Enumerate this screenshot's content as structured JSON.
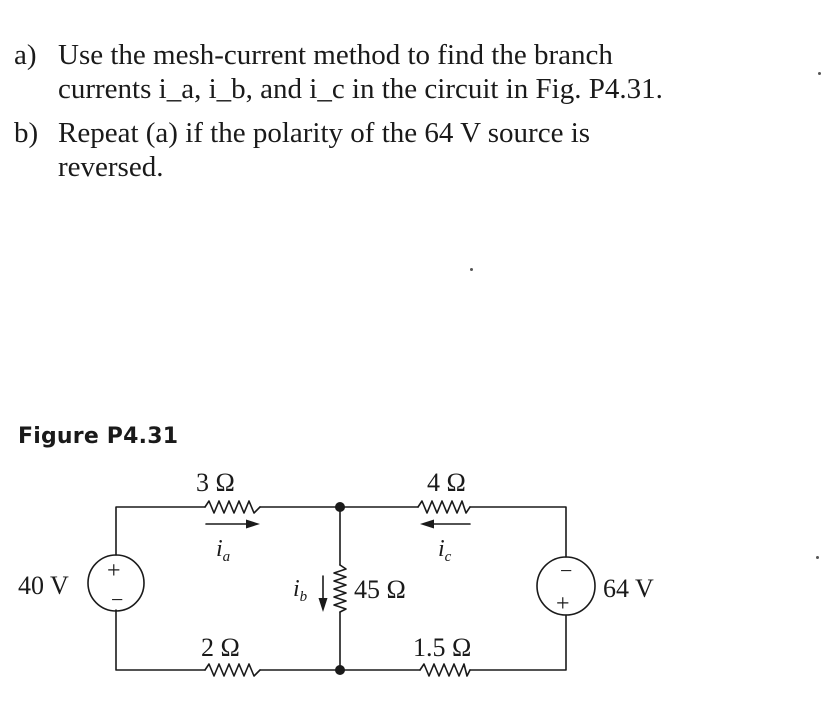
{
  "problems": [
    {
      "letter": "a)",
      "lines": [
        "Use the mesh-current method to find the branch",
        "currents i_a, i_b, and i_c in the circuit in Fig. P4.31."
      ]
    },
    {
      "letter": "b)",
      "lines": [
        "Repeat (a) if the polarity of the 64 V source is",
        "reversed."
      ]
    }
  ],
  "figure": {
    "label": "Figure P4.31",
    "components": {
      "r_top_left": "3 Ω",
      "r_bottom_left": "2 Ω",
      "r_middle": "45 Ω",
      "r_top_right": "4 Ω",
      "r_bottom_right": "1.5 Ω",
      "source_left": "40 V",
      "source_right": "64 V"
    },
    "currents": {
      "ia": "i",
      "ia_sub": "a",
      "ib": "i",
      "ib_sub": "b",
      "ic": "i",
      "ic_sub": "c"
    },
    "polarity": {
      "plus": "+",
      "minus": "−"
    }
  }
}
